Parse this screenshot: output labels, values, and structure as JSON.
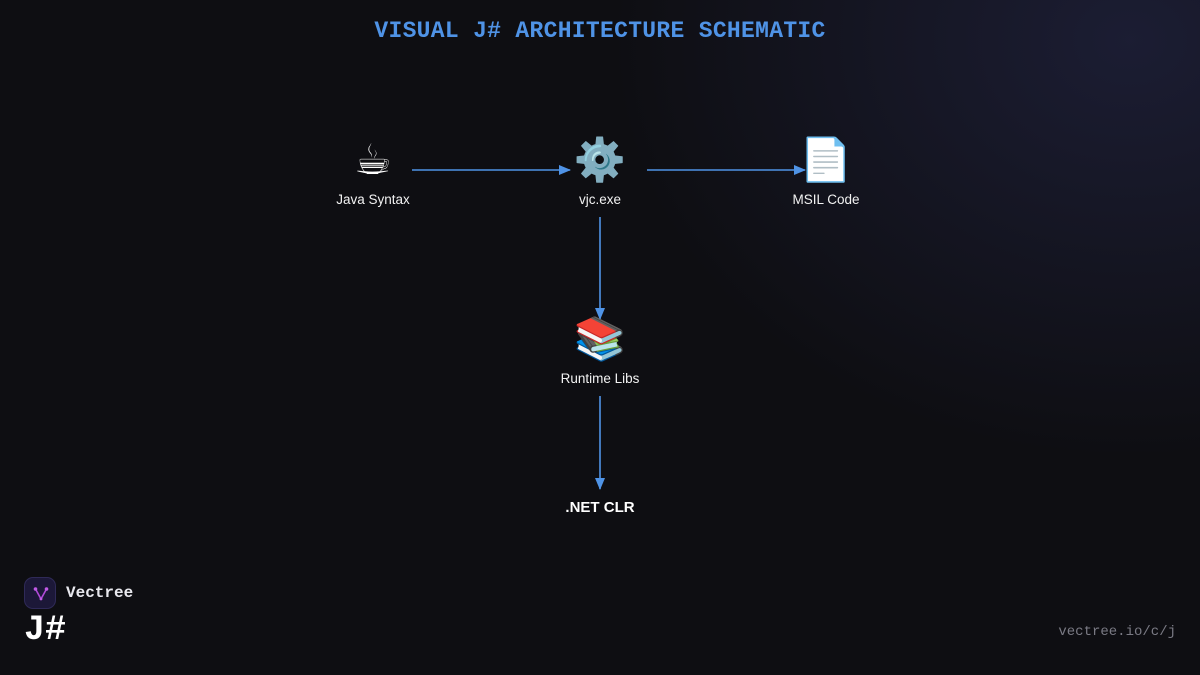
{
  "title": "VISUAL J# ARCHITECTURE SCHEMATIC",
  "nodes": {
    "java_syntax": {
      "icon": "☕",
      "icon_name": "coffee-cup-icon",
      "label": "Java Syntax"
    },
    "vjc": {
      "icon": "⚙️",
      "icon_name": "gear-icon",
      "label": "vjc.exe"
    },
    "msil": {
      "icon": "📄",
      "icon_name": "document-icon",
      "label": "MSIL Code"
    },
    "runtime_libs": {
      "icon": "📚",
      "icon_name": "books-icon",
      "label": "Runtime Libs"
    },
    "net_clr": {
      "label": ".NET CLR"
    }
  },
  "edges": [
    {
      "from": "Java Syntax",
      "to": "vjc.exe"
    },
    {
      "from": "vjc.exe",
      "to": "MSIL Code"
    },
    {
      "from": "vjc.exe",
      "to": "Runtime Libs"
    },
    {
      "from": "Runtime Libs",
      "to": ".NET CLR"
    }
  ],
  "colors": {
    "accent": "#4f93e6",
    "background": "#0e0e12",
    "logo_mark": "#b04ad8"
  },
  "footer": {
    "brand": "Vectree",
    "logo_icon": "vectree-logo-icon",
    "language": "J#",
    "url": "vectree.io/c/j"
  }
}
